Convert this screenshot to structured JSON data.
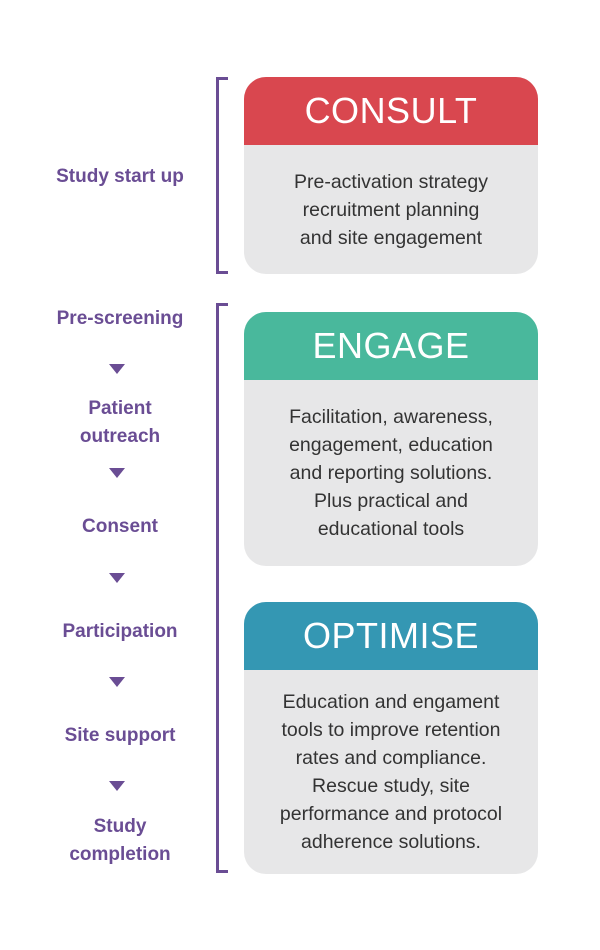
{
  "colors": {
    "consult": "#d9474f",
    "engage": "#49b89c",
    "optimise": "#3497b3",
    "stage_text": "#6a4d94",
    "card_body_bg": "#e7e7e8"
  },
  "stages": {
    "study_start_up": "Study start up",
    "pre_screening": "Pre-screening",
    "patient_outreach": [
      "Patient",
      "outreach"
    ],
    "consent": "Consent",
    "participation": "Participation",
    "site_support": "Site support",
    "study_completion": [
      "Study",
      "completion"
    ]
  },
  "cards": [
    {
      "title": "CONSULT",
      "body": [
        "Pre-activation strategy",
        "recruitment planning",
        "and site engagement"
      ]
    },
    {
      "title": "ENGAGE",
      "body": [
        "Facilitation, awareness,",
        "engagement, education",
        "and reporting solutions.",
        "Plus practical and",
        "educational tools"
      ]
    },
    {
      "title": "OPTIMISE",
      "body": [
        "Education and engament",
        "tools to improve retention",
        "rates and compliance.",
        "Rescue study, site",
        "performance and protocol",
        "adherence solutions."
      ]
    }
  ]
}
